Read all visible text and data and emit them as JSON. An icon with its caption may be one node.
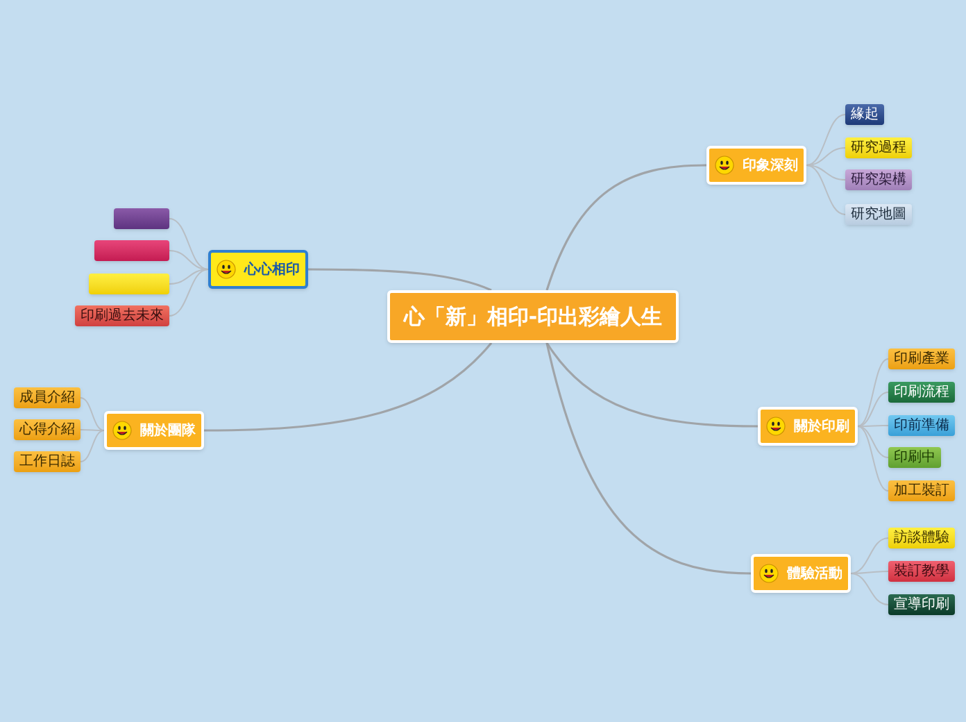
{
  "diagram": {
    "nodes": [
      {
        "text": [
          "心「新」相印-印出彩繪人生"
        ]
      },
      {
        "text": [
          "心心相印"
        ]
      },
      {
        "text": [],
        "shape": "box"
      },
      {
        "text": [],
        "shape": "box"
      },
      {
        "text": [],
        "shape": "box"
      },
      {
        "text": [
          "印刷過去未來"
        ]
      },
      {
        "text": [
          "關於團隊"
        ]
      },
      {
        "text": [
          "成員介紹"
        ]
      },
      {
        "text": [
          "心得介紹"
        ]
      },
      {
        "text": [
          "工作日誌"
        ]
      },
      {
        "text": [
          "印象深刻"
        ]
      },
      {
        "text": [
          "緣起"
        ]
      },
      {
        "text": [
          "研究過程"
        ]
      },
      {
        "text": [
          "研究架構"
        ]
      },
      {
        "text": [
          "研究地圖"
        ]
      },
      {
        "text": [
          "關於印刷"
        ]
      },
      {
        "text": [
          "印刷產業"
        ]
      },
      {
        "text": [
          "印刷流程"
        ]
      },
      {
        "text": [
          "印前準備"
        ]
      },
      {
        "text": [
          "印刷中"
        ]
      },
      {
        "text": [
          "加工裝訂"
        ]
      },
      {
        "text": [
          "體驗活動"
        ]
      },
      {
        "text": [
          "訪談體驗"
        ]
      },
      {
        "text": [
          "裝訂教學"
        ]
      },
      {
        "text": [
          "宣導印刷"
        ]
      }
    ],
    "edges": [
      {
        "from": 0,
        "to": 1,
        "arrow": "none"
      },
      {
        "from": 0,
        "to": 6,
        "arrow": "none"
      },
      {
        "from": 0,
        "to": 10,
        "arrow": "none"
      },
      {
        "from": 0,
        "to": 15,
        "arrow": "none"
      },
      {
        "from": 0,
        "to": 21,
        "arrow": "none"
      },
      {
        "from": 1,
        "to": 2,
        "arrow": "none"
      },
      {
        "from": 1,
        "to": 3,
        "arrow": "none"
      },
      {
        "from": 1,
        "to": 4,
        "arrow": "none"
      },
      {
        "from": 1,
        "to": 5,
        "arrow": "none"
      },
      {
        "from": 6,
        "to": 7,
        "arrow": "none"
      },
      {
        "from": 6,
        "to": 8,
        "arrow": "none"
      },
      {
        "from": 6,
        "to": 9,
        "arrow": "none"
      },
      {
        "from": 10,
        "to": 11,
        "arrow": "none"
      },
      {
        "from": 10,
        "to": 12,
        "arrow": "none"
      },
      {
        "from": 10,
        "to": 13,
        "arrow": "none"
      },
      {
        "from": 10,
        "to": 14,
        "arrow": "none"
      },
      {
        "from": 15,
        "to": 16,
        "arrow": "none"
      },
      {
        "from": 15,
        "to": 17,
        "arrow": "none"
      },
      {
        "from": 15,
        "to": 18,
        "arrow": "none"
      },
      {
        "from": 15,
        "to": 19,
        "arrow": "none"
      },
      {
        "from": 15,
        "to": 20,
        "arrow": "none"
      },
      {
        "from": 21,
        "to": 22,
        "arrow": "none"
      },
      {
        "from": 21,
        "to": 23,
        "arrow": "none"
      },
      {
        "from": 21,
        "to": 24,
        "arrow": "none"
      }
    ]
  }
}
